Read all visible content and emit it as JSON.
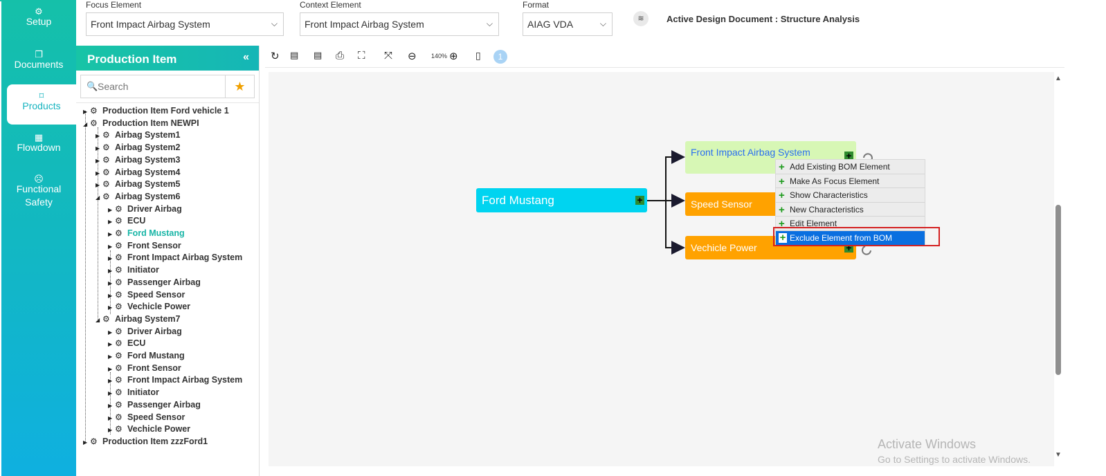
{
  "nav": [
    {
      "label": "Setup",
      "icon": "gears-icon"
    },
    {
      "label": "Documents",
      "icon": "copy-icon"
    },
    {
      "label": "Products",
      "icon": "product-icon"
    },
    {
      "label": "Flowdown",
      "icon": "building-icon"
    },
    {
      "label": "Functional Safety",
      "icon": "safety-icon"
    }
  ],
  "filters": {
    "focus_label": "Focus Element",
    "focus_value": "Front Impact Airbag System",
    "context_label": "Context Element",
    "context_value": "Front Impact Airbag System",
    "format_label": "Format",
    "format_value": "AIAG VDA",
    "active_doc": "Active Design Document : Structure Analysis"
  },
  "panel": {
    "title": "Production Item",
    "search_placeholder": "Search"
  },
  "tree": [
    {
      "label": "Production Item Ford vehicle 1",
      "level": 0,
      "expanded": false
    },
    {
      "label": "Production Item NEWPI",
      "level": 0,
      "expanded": true
    },
    {
      "label": "Airbag System1",
      "level": 1,
      "expanded": false
    },
    {
      "label": "Airbag System2",
      "level": 1,
      "expanded": false
    },
    {
      "label": "Airbag System3",
      "level": 1,
      "expanded": false
    },
    {
      "label": "Airbag System4",
      "level": 1,
      "expanded": false
    },
    {
      "label": "Airbag System5",
      "level": 1,
      "expanded": false
    },
    {
      "label": "Airbag System6",
      "level": 1,
      "expanded": true
    },
    {
      "label": "Driver Airbag",
      "level": 2,
      "expanded": false
    },
    {
      "label": "ECU",
      "level": 2,
      "expanded": false
    },
    {
      "label": "Ford Mustang",
      "level": 2,
      "expanded": false,
      "selected": true
    },
    {
      "label": "Front Sensor",
      "level": 2,
      "expanded": false
    },
    {
      "label": "Front Impact Airbag System",
      "level": 2,
      "expanded": false
    },
    {
      "label": "Initiator",
      "level": 2,
      "expanded": false
    },
    {
      "label": "Passenger Airbag",
      "level": 2,
      "expanded": false
    },
    {
      "label": "Speed Sensor",
      "level": 2,
      "expanded": false
    },
    {
      "label": "Vechicle Power",
      "level": 2,
      "expanded": false
    },
    {
      "label": "Airbag System7",
      "level": 1,
      "expanded": true
    },
    {
      "label": "Driver Airbag",
      "level": 2,
      "expanded": false
    },
    {
      "label": "ECU",
      "level": 2,
      "expanded": false
    },
    {
      "label": "Ford Mustang",
      "level": 2,
      "expanded": false
    },
    {
      "label": "Front Sensor",
      "level": 2,
      "expanded": false
    },
    {
      "label": "Front Impact Airbag System",
      "level": 2,
      "expanded": false
    },
    {
      "label": "Initiator",
      "level": 2,
      "expanded": false
    },
    {
      "label": "Passenger Airbag",
      "level": 2,
      "expanded": false
    },
    {
      "label": "Speed Sensor",
      "level": 2,
      "expanded": false
    },
    {
      "label": "Vechicle Power",
      "level": 2,
      "expanded": false
    },
    {
      "label": "Production Item zzzFord1",
      "level": 0,
      "expanded": false
    }
  ],
  "toolbar": {
    "zoom": "140%",
    "page": "1"
  },
  "diagram": {
    "root": "Ford Mustang",
    "children": [
      "Front Impact Airbag System",
      "Speed Sensor",
      "Vechicle Power"
    ]
  },
  "context_menu": [
    "Add Existing BOM Element",
    "Make As Focus Element",
    "Show Characteristics",
    "New Characteristics",
    "Edit Element",
    "Exclude Element from BOM"
  ],
  "watermark": {
    "line1": "Activate Windows",
    "line2": "Go to Settings to activate Windows."
  },
  "colors": {
    "accent": "#17b5a6",
    "root_node": "#00d4f0",
    "child_selected": "#d7f7b5",
    "child_orange": "#ffa200",
    "menu_highlight": "#0a6fe0"
  }
}
